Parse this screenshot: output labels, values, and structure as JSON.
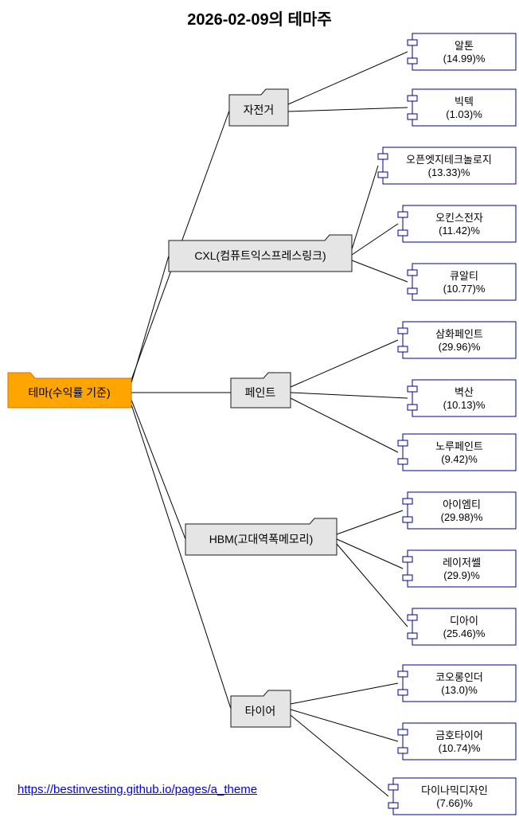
{
  "title": "2026-02-09의 테마주",
  "link": {
    "text": "https://bestinvesting.github.io/pages/a_theme",
    "href": "https://bestinvesting.github.io/pages/a_theme"
  },
  "root": {
    "label": "테마(수익률 기준)"
  },
  "themes": [
    {
      "label": "자전거"
    },
    {
      "label": "CXL(컴퓨트익스프레스링크)"
    },
    {
      "label": "페인트"
    },
    {
      "label": "HBM(고대역폭메모리)"
    },
    {
      "label": "타이어"
    }
  ],
  "stocks": [
    {
      "name": "알톤",
      "change": "(14.99)%",
      "theme": "자전거"
    },
    {
      "name": "빅텍",
      "change": "(1.03)%",
      "theme": "자전거"
    },
    {
      "name": "오픈엣지테크놀로지",
      "change": "(13.33)%",
      "theme": "CXL(컴퓨트익스프레스링크)"
    },
    {
      "name": "오킨스전자",
      "change": "(11.42)%",
      "theme": "CXL(컴퓨트익스프레스링크)"
    },
    {
      "name": "큐알티",
      "change": "(10.77)%",
      "theme": "CXL(컴퓨트익스프레스링크)"
    },
    {
      "name": "삼화페인트",
      "change": "(29.96)%",
      "theme": "페인트"
    },
    {
      "name": "벽산",
      "change": "(10.13)%",
      "theme": "페인트"
    },
    {
      "name": "노루페인트",
      "change": "(9.42)%",
      "theme": "페인트"
    },
    {
      "name": "아이엠티",
      "change": "(29.98)%",
      "theme": "HBM(고대역폭메모리)"
    },
    {
      "name": "레이저쎌",
      "change": "(29.9)%",
      "theme": "HBM(고대역폭메모리)"
    },
    {
      "name": "디아이",
      "change": "(25.46)%",
      "theme": "HBM(고대역폭메모리)"
    },
    {
      "name": "코오롱인더",
      "change": "(13.0)%",
      "theme": "타이어"
    },
    {
      "name": "금호타이어",
      "change": "(10.74)%",
      "theme": "타이어"
    },
    {
      "name": "다이나믹디자인",
      "change": "(7.66)%",
      "theme": "타이어"
    }
  ],
  "colors": {
    "root_fill": "#FFA500",
    "theme_fill": "#E5E5E5",
    "stock_border": "#00008B",
    "edge": "#000000",
    "link": "#0000EE"
  }
}
